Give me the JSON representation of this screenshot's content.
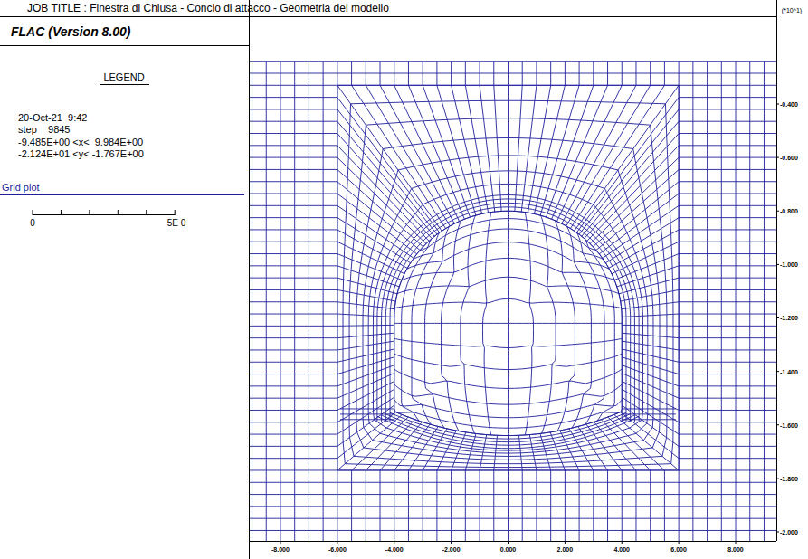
{
  "diagram": {
    "title": "JOB TITLE : Finestra di Chiusa - Concio di attacco - Geometria del modello",
    "labels": [
      "FLAC (Version 8.00)",
      "LEGEND",
      "20-Oct-21  9:42",
      "step    9845",
      "-9.485E+00 <x<  9.984E+00",
      "-2.124E+01 <y< -1.767E+00",
      "Grid plot",
      "0",
      "5E 0",
      "(*10^1)",
      "-0.400",
      "-0.600",
      "-0.800",
      "-1.000",
      "-1.200",
      "-1.400",
      "-1.600",
      "-1.800",
      "-2.000",
      "-8.000",
      "-6.000",
      "-4.000",
      "-2.000",
      "0.000",
      "2.000",
      "4.000",
      "6.000",
      "8.000"
    ]
  }
}
